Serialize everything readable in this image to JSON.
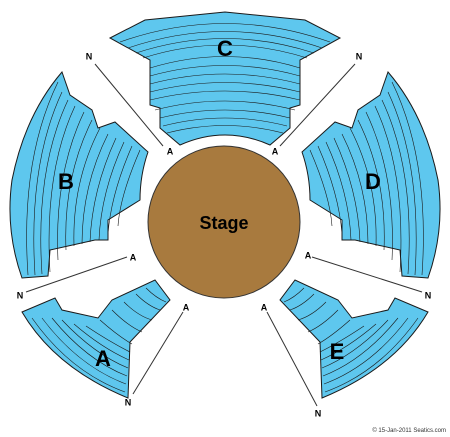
{
  "stage": {
    "label": "Stage",
    "color": "#a87a3e"
  },
  "colors": {
    "seat_fill": "#5ec7ee",
    "seat_stroke": "#1a1a1a",
    "aisle_line": "#333333"
  },
  "sections": [
    {
      "id": "C",
      "label": "C"
    },
    {
      "id": "B",
      "label": "B"
    },
    {
      "id": "D",
      "label": "D"
    },
    {
      "id": "A",
      "label": "A"
    },
    {
      "id": "E",
      "label": "E"
    }
  ],
  "row_markers": {
    "first_row": "A",
    "last_row": "N"
  },
  "credit": "© 15-Jan-2011 Seatics.com"
}
